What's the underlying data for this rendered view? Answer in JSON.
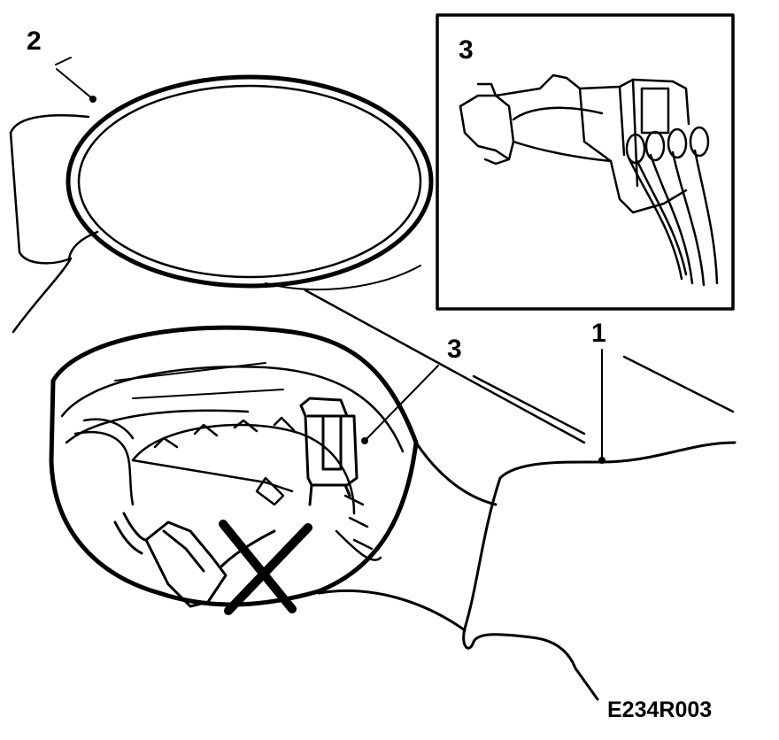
{
  "callouts": {
    "cap": "2",
    "inset_connector": "3",
    "connector": "3",
    "filler": "1"
  },
  "figure_code": "E234R003",
  "colors": {
    "ink": "#000000",
    "paper": "#ffffff"
  },
  "icons": [
    "do-not-disconnect-cross"
  ]
}
